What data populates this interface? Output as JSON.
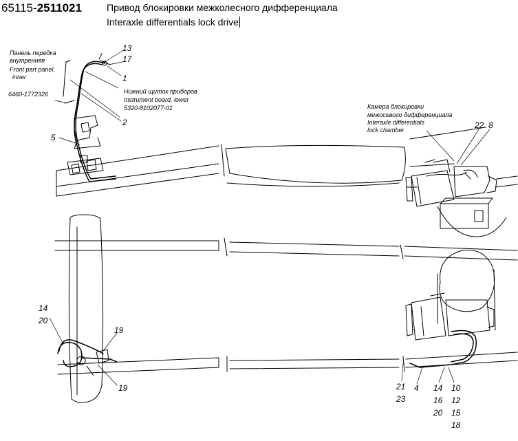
{
  "header": {
    "code_prefix": "65115-",
    "code_bold": "2511021",
    "title_ru": "Привод блокировки межколесного дифференциала",
    "title_en": "Interaxle differentials lock drive"
  },
  "annotations": {
    "front_panel": [
      "Панель передка",
      "внутренняя",
      "Front part panel,",
      "inner"
    ],
    "part_6460": "6460-1772326",
    "instrument_board": [
      "Нижний щиток приборов",
      "Instrument board, lower",
      "5320-8102077-01"
    ],
    "lock_chamber": [
      "Камера блокировки",
      "межосевого дифференциала",
      "Interaxle differentials",
      "lock chamber"
    ]
  },
  "callouts": {
    "n13": "13",
    "n17": "17",
    "n1": "1",
    "n2": "2",
    "n5": "5",
    "n22": "22",
    "n8": "8",
    "n14a": "14",
    "n20a": "20",
    "n19a": "19",
    "n19b": "19",
    "n21": "21",
    "n23": "23",
    "n4": "4",
    "n14b": "14",
    "n16": "16",
    "n20b": "20",
    "n10": "10",
    "n12": "12",
    "n15": "15",
    "n18": "18"
  },
  "colors": {
    "line": "#000000",
    "background": "#ffffff"
  }
}
